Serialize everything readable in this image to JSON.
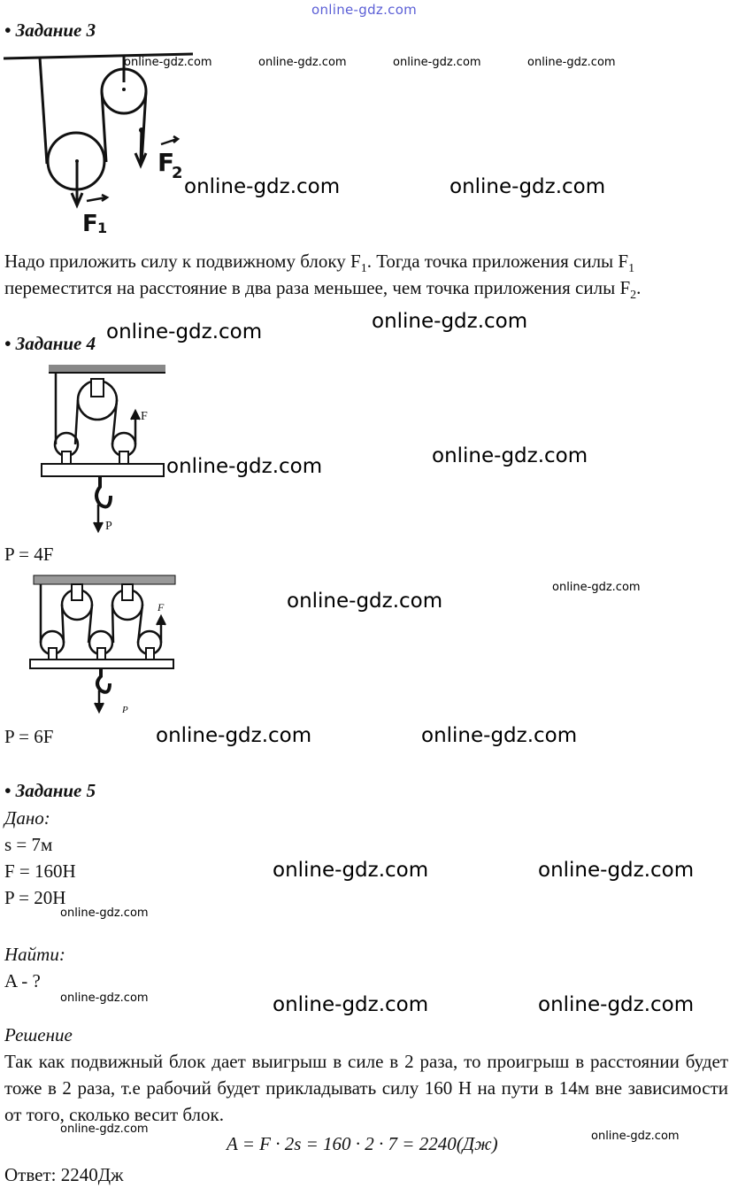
{
  "top_watermark": "online-gdz.com",
  "task3": {
    "heading": "• Задание 3",
    "fig_labels": {
      "f2": "F",
      "f2_sub": "2",
      "f1": "F",
      "f1_sub": "1"
    },
    "text_line1_a": "Надо приложить силу к подвижному блоку F",
    "text_line1_sub": "1",
    "text_line1_b": ". Тогда точка приложения силы F",
    "text_line1_sub2": "1",
    "text_line2_a": "переместится на расстояние в два раза меньшее, чем точка приложения силы F",
    "text_line2_sub": "2",
    "text_line2_b": "."
  },
  "task4": {
    "heading": "• Задание 4",
    "fig1_labels": {
      "f": "F",
      "p": "P"
    },
    "result1": "P = 4F",
    "fig2_labels": {
      "f": "F",
      "p": "P"
    },
    "result2": "P = 6F"
  },
  "task5": {
    "heading": "• Задание 5",
    "given_label": "Дано:",
    "given": [
      "s = 7м",
      "F = 160Н",
      "P = 20Н"
    ],
    "find_label": "Найти:",
    "find": "A - ?",
    "solution_label": "Решение",
    "solution_text": "Так как подвижный блок дает выигрыш в силе в 2 раза, то проигрыш в расстоянии будет тоже в 2 раза, т.е рабочий будет прикладывать силу 160 Н на пути в 14м вне зависимости от того, сколько весит блок.",
    "formula": "A = F · 2s = 160 · 2 · 7 = 2240(Дж)",
    "answer": "Ответ: 2240Дж"
  },
  "watermark_text": "online-gdz.com"
}
